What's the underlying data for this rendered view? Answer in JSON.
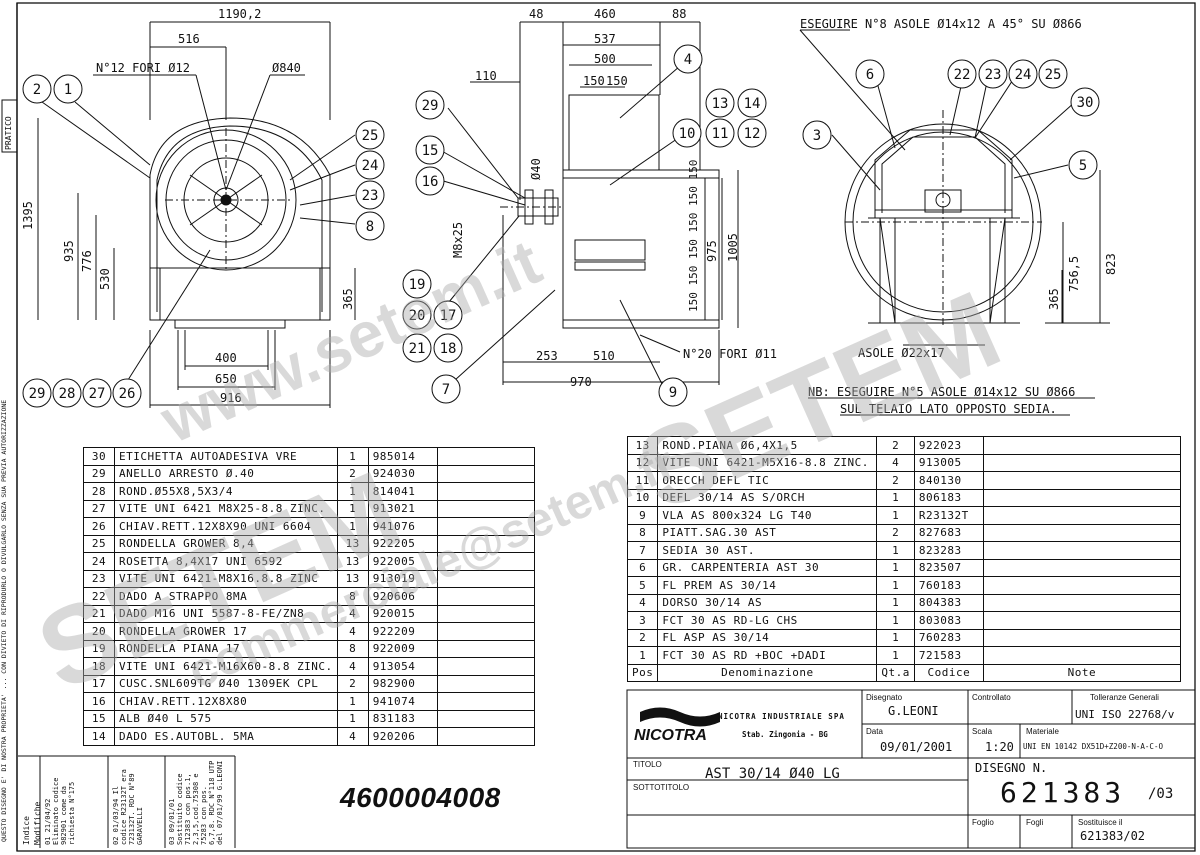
{
  "drawing": {
    "dims": {
      "d1190": "1190,2",
      "d516": "516",
      "d1395": "1395",
      "d935": "935",
      "d776": "776",
      "d530": "530",
      "d365a": "365",
      "d400": "400",
      "d650": "650",
      "d916": "916",
      "d48": "48",
      "d460": "460",
      "d88": "88",
      "d537": "537",
      "d500": "500",
      "d150a": "150",
      "d150b": "150",
      "d110": "110",
      "d40": "Ø40",
      "m8x25": "M8x25",
      "d975": "975",
      "d1005": "1005",
      "d253": "253",
      "d510": "510",
      "d970": "970",
      "d756": "756,5",
      "d823": "823",
      "d365b": "365",
      "vert150": "150 150 150 150 150 150"
    },
    "notes": {
      "fori12": "N°12 FORI Ø12",
      "phi840": "Ø840",
      "fori20": "N°20 FORI Ø11",
      "asole8": "ESEGUIRE N°8 ASOLE Ø14x12 A 45° SU Ø866",
      "asole22": "ASOLE Ø22x17",
      "nb1": "NB: ESEGUIRE N°5 ASOLE Ø14x12 SU Ø866",
      "nb2": "SUL TELAIO LATO OPPOSTO SEDIA.",
      "pratico": "PRATICO"
    },
    "balloons": [
      "1",
      "2",
      "3",
      "4",
      "5",
      "6",
      "7",
      "8",
      "9",
      "10",
      "11",
      "12",
      "13",
      "14",
      "15",
      "16",
      "17",
      "18",
      "19",
      "20",
      "21",
      "22",
      "23",
      "24",
      "25",
      "26",
      "27",
      "28",
      "29",
      "30"
    ]
  },
  "bom_left": [
    {
      "pos": "30",
      "desc": "ETICHETTA AUTOADESIVA VRE",
      "qty": "1",
      "code": "985014"
    },
    {
      "pos": "29",
      "desc": "ANELLO ARRESTO Ø.40",
      "qty": "2",
      "code": "924030"
    },
    {
      "pos": "28",
      "desc": "ROND.Ø55X8,5X3/4",
      "qty": "1",
      "code": "814041"
    },
    {
      "pos": "27",
      "desc": "VITE UNI 6421 M8X25-8.8 ZINC.",
      "qty": "1",
      "code": "913021"
    },
    {
      "pos": "26",
      "desc": "CHIAV.RETT.12X8X90 UNI 6604",
      "qty": "1",
      "code": "941076"
    },
    {
      "pos": "25",
      "desc": "RONDELLA GROWER 8,4",
      "qty": "13",
      "code": "922205"
    },
    {
      "pos": "24",
      "desc": "ROSETTA 8,4X17 UNI 6592",
      "qty": "13",
      "code": "922005"
    },
    {
      "pos": "23",
      "desc": "VITE UNI 6421-M8X16.8.8 ZINC",
      "qty": "13",
      "code": "913019"
    },
    {
      "pos": "22",
      "desc": "DADO A STRAPPO 8MA",
      "qty": "8",
      "code": "920606"
    },
    {
      "pos": "21",
      "desc": "DADO M16 UNI 5587-8-FE/ZN8",
      "qty": "4",
      "code": "920015"
    },
    {
      "pos": "20",
      "desc": "RONDELLA GROWER 17",
      "qty": "4",
      "code": "922209"
    },
    {
      "pos": "19",
      "desc": "RONDELLA PIANA 17",
      "qty": "8",
      "code": "922009"
    },
    {
      "pos": "18",
      "desc": "VITE UNI 6421-M16X60-8.8 ZINC.",
      "qty": "4",
      "code": "913054"
    },
    {
      "pos": "17",
      "desc": "CUSC.SNL609TG Ø40 1309EK CPL",
      "qty": "2",
      "code": "982900"
    },
    {
      "pos": "16",
      "desc": "CHIAV.RETT.12X8X80",
      "qty": "1",
      "code": "941074"
    },
    {
      "pos": "15",
      "desc": "ALB Ø40 L 575",
      "qty": "1",
      "code": "831183"
    },
    {
      "pos": "14",
      "desc": "DADO ES.AUTOBL. 5MA",
      "qty": "4",
      "code": "920206"
    }
  ],
  "bom_right": [
    {
      "pos": "13",
      "desc": "ROND.PIANA Ø6,4X1,5",
      "qty": "2",
      "code": "922023"
    },
    {
      "pos": "12",
      "desc": "VITE UNI 6421-M5X16-8.8 ZINC.",
      "qty": "4",
      "code": "913005"
    },
    {
      "pos": "11",
      "desc": "ORECCH DEFL TIC",
      "qty": "2",
      "code": "840130"
    },
    {
      "pos": "10",
      "desc": "DEFL 30/14 AS S/ORCH",
      "qty": "1",
      "code": "806183"
    },
    {
      "pos": "9",
      "desc": "VLA AS 800x324 LG T40",
      "qty": "1",
      "code": "R23132T"
    },
    {
      "pos": "8",
      "desc": "PIATT.SAG.30 AST",
      "qty": "2",
      "code": "827683"
    },
    {
      "pos": "7",
      "desc": "SEDIA 30 AST.",
      "qty": "1",
      "code": "823283"
    },
    {
      "pos": "6",
      "desc": "GR. CARPENTERIA AST 30",
      "qty": "1",
      "code": "823507"
    },
    {
      "pos": "5",
      "desc": "FL PREM AS 30/14",
      "qty": "1",
      "code": "760183"
    },
    {
      "pos": "4",
      "desc": "DORSO 30/14 AS",
      "qty": "1",
      "code": "804383"
    },
    {
      "pos": "3",
      "desc": "FCT 30 AS RD-LG CHS",
      "qty": "1",
      "code": "803083"
    },
    {
      "pos": "2",
      "desc": "FL ASP AS 30/14",
      "qty": "1",
      "code": "760283"
    },
    {
      "pos": "1",
      "desc": "FCT 30 AS RD +BOC +DADI",
      "qty": "1",
      "code": "721583"
    }
  ],
  "bom_header": {
    "pos": "Pos",
    "desc": "Denominazione",
    "qty": "Qt.a",
    "code": "Codice",
    "notes": "Note"
  },
  "title_block": {
    "company": "NICOTRA INDUSTRIALE SPA",
    "plant": "Stab. Zingonia - BG",
    "logo": "NICOTRA",
    "disegnato_label": "Disegnato",
    "disegnato": "G.LEONI",
    "controllato_label": "Controllato",
    "tolleranze_label": "Tolleranze Generali",
    "tolleranze": "UNI ISO 22768/v",
    "data_label": "Data",
    "data": "09/01/2001",
    "scala_label": "Scala",
    "scala": "1:20",
    "materiale_label": "Materiale",
    "materiale": "UNI EN 10142 DX51D+Z200-N-A-C-O",
    "titolo_label": "TITOLO",
    "sottotitolo_label": "SOTTOTITOLO",
    "titolo": "AST 30/14 Ø40 LG",
    "disegno_label": "DISEGNO N.",
    "disegno": "621383",
    "revisione": "/03",
    "foglio_label": "Foglio",
    "fogli_label": "Fogli",
    "sostituisce_label": "Sostituisce il",
    "sostituisce": "621383/02"
  },
  "big_code": "4600004008",
  "revisions": {
    "header_indice": "Indice",
    "header_modifiche": "Modifiche",
    "r01": "01  21/04/92  Eliminato codice 982901 come da richiesta N°175",
    "r02": "02  01/03/94  Il codice R23132T era 723132T.  RDC N°89  GARAVELLI",
    "r03": "03  09/01/01  Sostituito codice 712383 con pos.1, 2,3,5,cod.75308 e 75283 con pos. 6,7,8. RDC N°118 UTP del 07/01/99  G.LEONI"
  },
  "side_note": "QUESTO DISEGNO E' DI NOSTRA PROPRIETA' ... CON DIVIETO DI RIPRODURLO O DIVULGARLO SENZA SUA PREVIA AUTORIZZAZIONE",
  "watermarks": {
    "w1": "www.setem.it",
    "w2": "SETEM",
    "w3": "SETEM",
    "w4": "commerciale@setem.fr"
  }
}
